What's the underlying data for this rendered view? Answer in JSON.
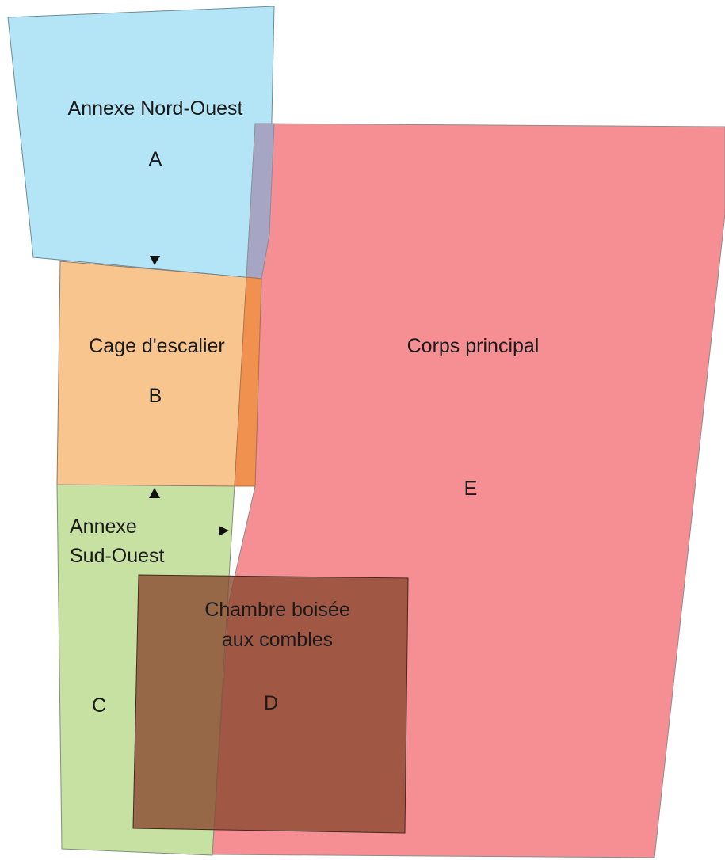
{
  "rooms": {
    "a": {
      "name": "Annexe Nord-Ouest",
      "letter": "A",
      "fill": "#b3e5f7",
      "stroke": "#6b8a9a"
    },
    "b": {
      "name": "Cage d'escalier",
      "letter": "B",
      "fill": "#f8c58f",
      "stroke": "#8f7a66"
    },
    "c": {
      "name_line1": "Annexe",
      "name_line2": "Sud-Ouest",
      "letter": "C",
      "fill": "#c7e1a2",
      "stroke": "#7f9178"
    },
    "d": {
      "name_line1": "Chambre boisée",
      "name_line2": "aux combles",
      "letter": "D",
      "fill": "#8b4a32",
      "stroke": "#3e2b22"
    },
    "e": {
      "name": "Corps principal",
      "letter": "E",
      "fill": "#f4898d",
      "stroke": "#8c8c8c"
    }
  },
  "colors": {
    "arrow": "#111111",
    "text": "#1a1a1a",
    "background": "#ffffff"
  }
}
